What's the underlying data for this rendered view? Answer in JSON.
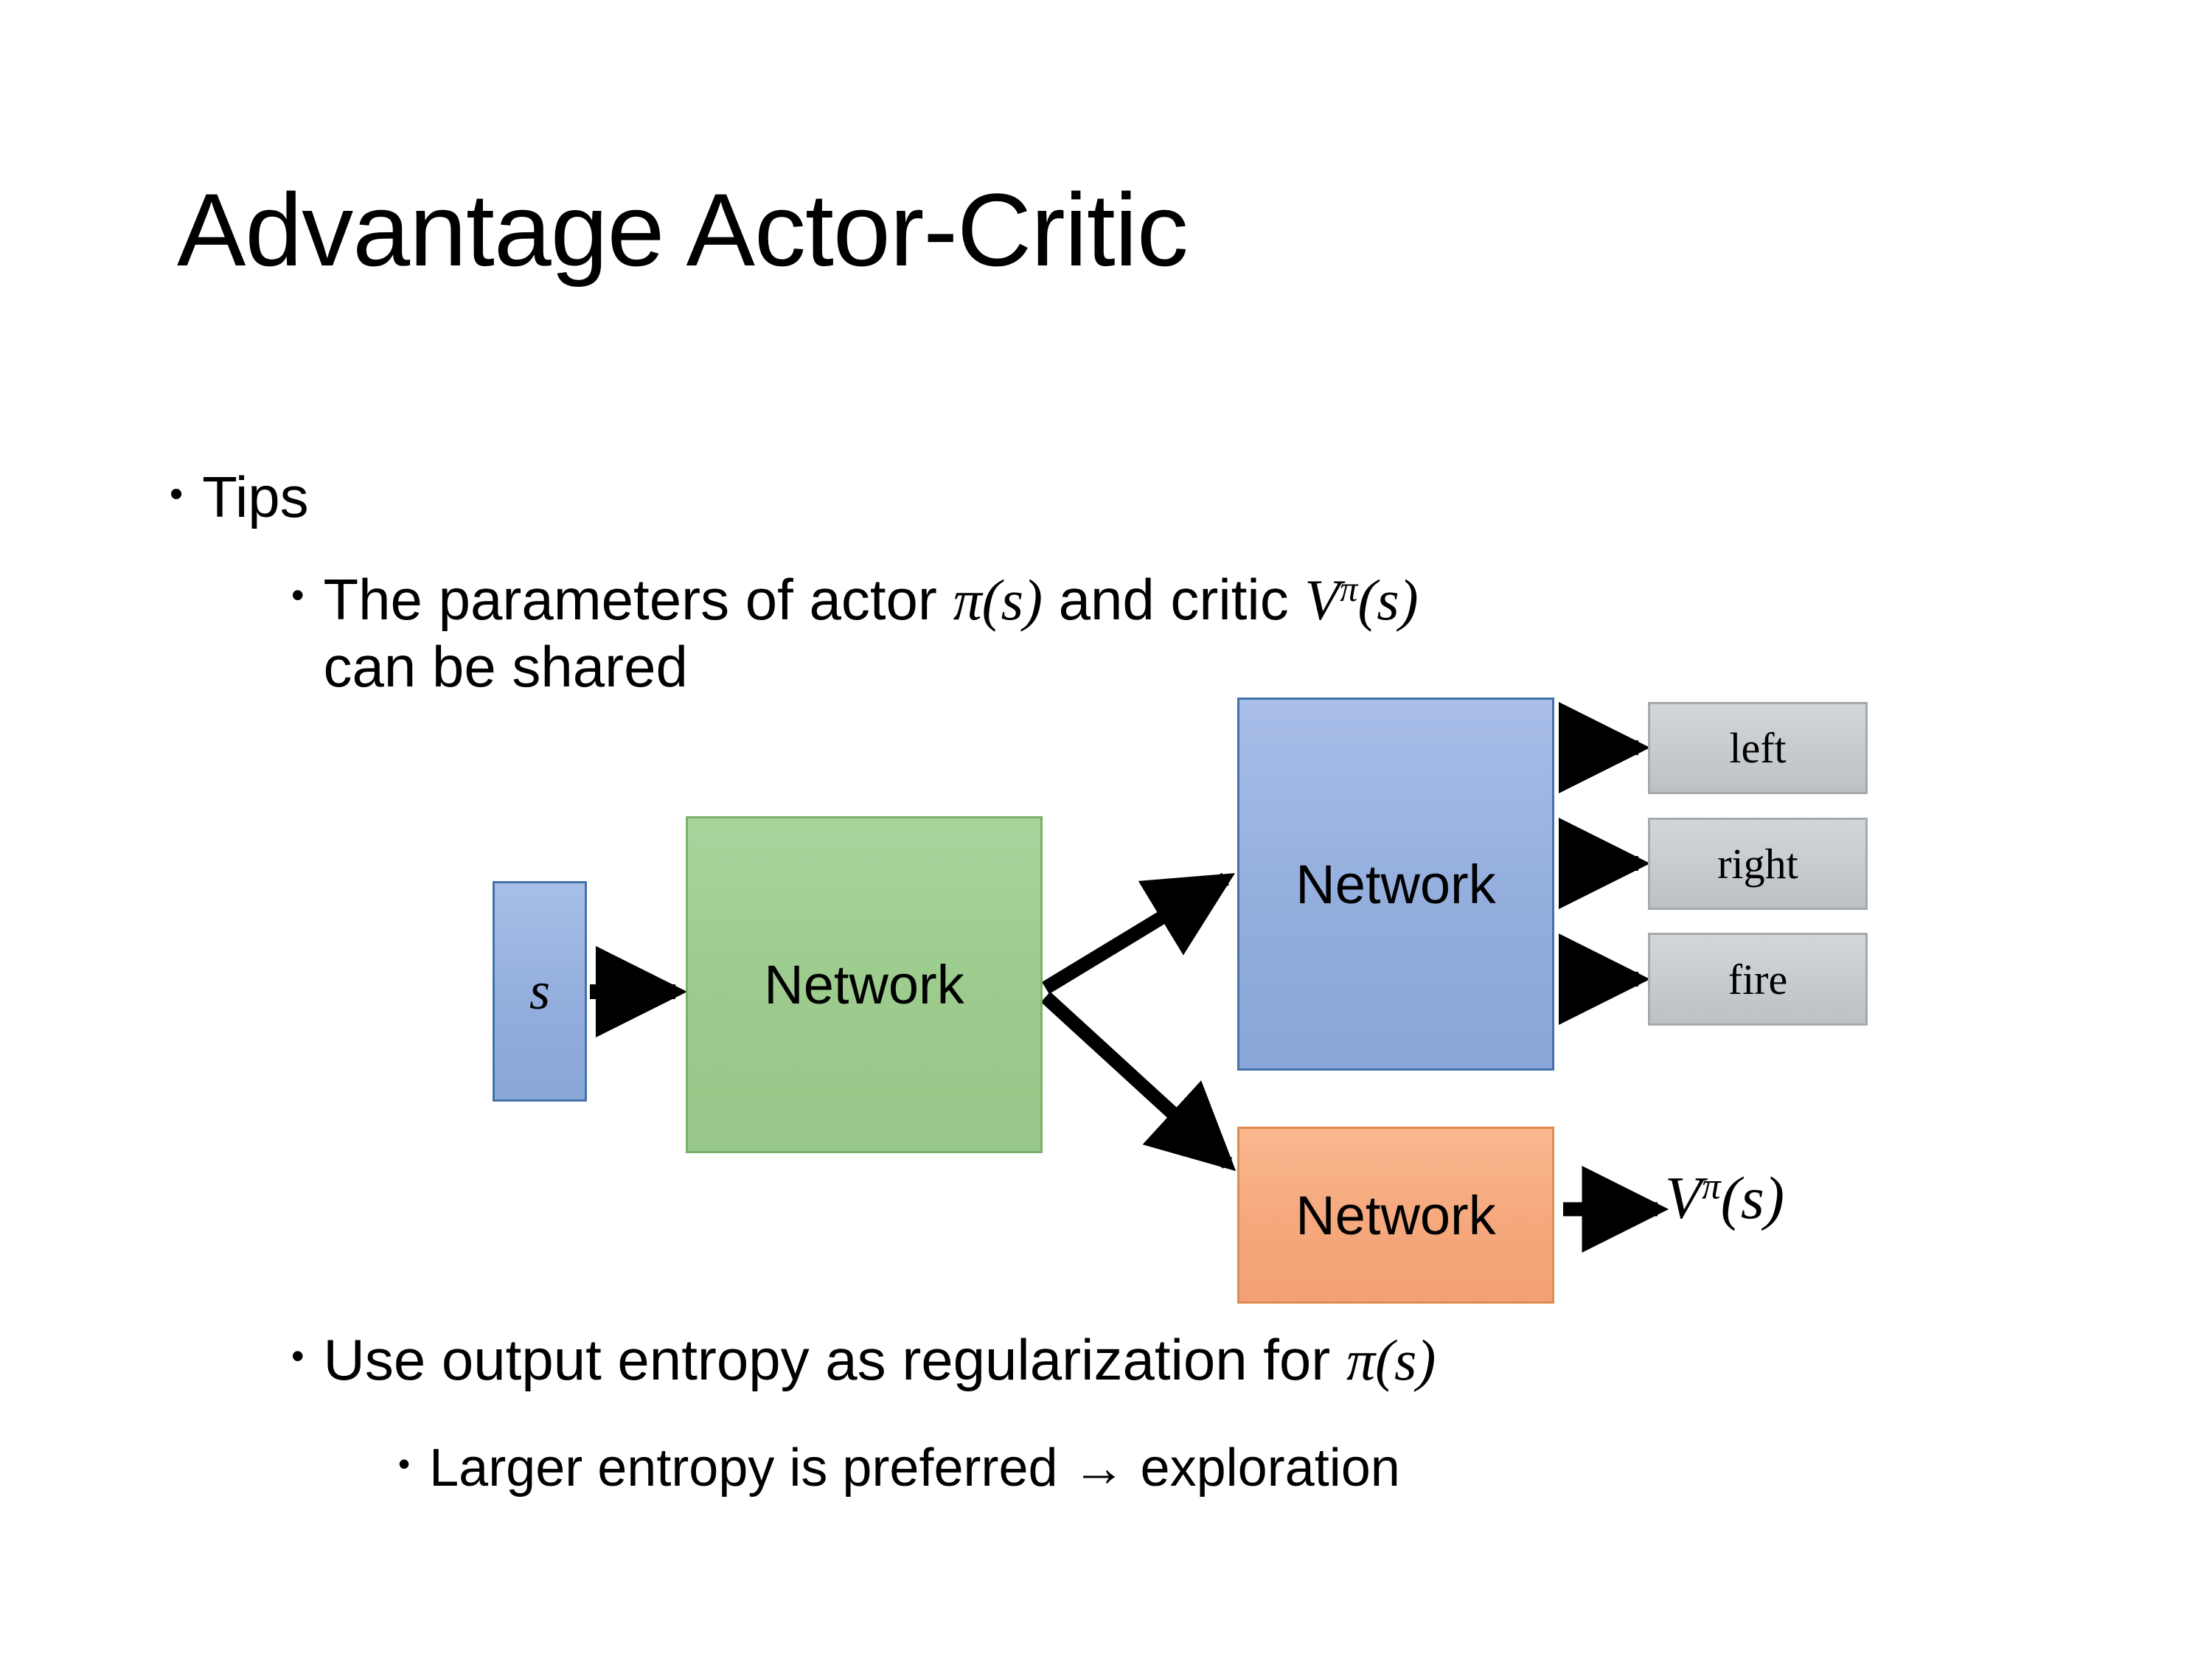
{
  "slide": {
    "title": "Advantage Actor-Critic",
    "background_color": "#ffffff",
    "text_color": "#000000"
  },
  "bullets": {
    "tips": {
      "marker": "•",
      "text": "Tips"
    },
    "params": {
      "marker": "•",
      "text_plain": "The parameters of actor π(s)  and critic Vπ(s) can be shared",
      "part1": "The parameters of actor ",
      "math_actor": "π(s)",
      "part2": " and critic ",
      "math_critic_base": "V",
      "math_critic_sup": "π",
      "math_critic_arg": "(s)",
      "line2": "can be shared"
    },
    "entropy": {
      "marker": "•",
      "text_plain": "Use output entropy as regularization for π(s)",
      "part1": "Use output entropy as regularization for ",
      "math": "π(s)"
    },
    "larger": {
      "marker": "•",
      "text": "Larger entropy is preferred → exploration"
    }
  },
  "diagram": {
    "state_box": {
      "label": "s",
      "fill": "#93aedd",
      "border": "#4472a8"
    },
    "shared_net": {
      "label": "Network",
      "fill": "#9ccb8d",
      "border": "#7ab169"
    },
    "actor_net": {
      "label": "Network",
      "fill": "#93aedd",
      "border": "#4472a8"
    },
    "critic_net": {
      "label": "Network",
      "fill": "#f5a87c",
      "border": "#e08a4d"
    },
    "action_outputs": [
      {
        "label": "left",
        "fill": "#c8cbce",
        "border": "#a6a9ac"
      },
      {
        "label": "right",
        "fill": "#c8cbce",
        "border": "#a6a9ac"
      },
      {
        "label": "fire",
        "fill": "#c8cbce",
        "border": "#a6a9ac"
      }
    ],
    "value_output": {
      "base": "V",
      "superscript": "π",
      "argument": "(s)"
    },
    "arrow_color": "#000000"
  }
}
